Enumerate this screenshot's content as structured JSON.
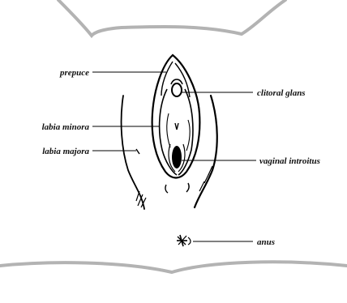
{
  "labels": {
    "prepuce": "prepuce",
    "labia_minora": "labia minora",
    "labia_majora": "labia majora",
    "clitoral_glans": "clitoral glans",
    "vaginal_introitus": "vaginal introitus",
    "anus": "anus"
  },
  "colors": {
    "outline": "#000000",
    "body_contour": "#b3b3b3",
    "background": "#ffffff"
  }
}
